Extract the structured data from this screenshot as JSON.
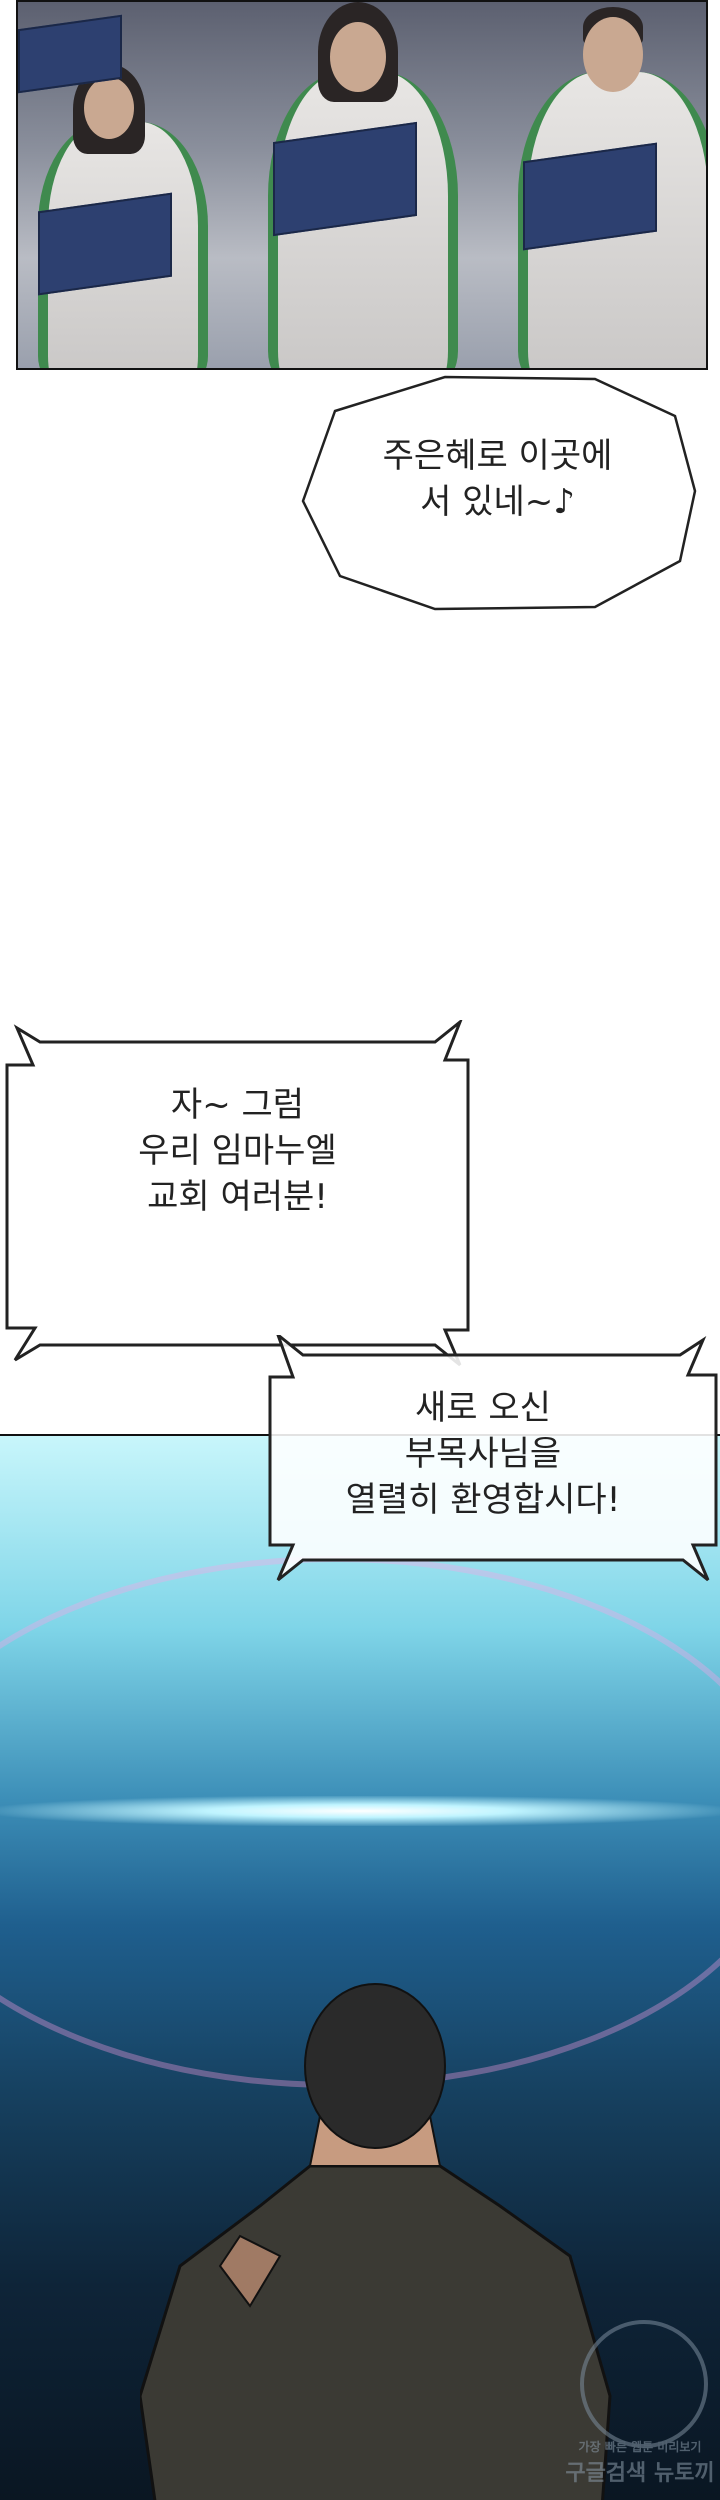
{
  "bubbles": [
    {
      "lines": [
        "주은혜로 이곳에",
        "서 있네~♪"
      ]
    },
    {
      "lines": [
        "자~ 그럼",
        "우리 임마누엘",
        "교회 여러분!"
      ]
    },
    {
      "lines": [
        "새로 오신",
        "부목사님을",
        "열렬히 환영합시다!"
      ]
    }
  ],
  "watermark": {
    "line1": "가장 빠른 웹툰 미리보기",
    "line2": "구글검색 뉴토끼"
  }
}
